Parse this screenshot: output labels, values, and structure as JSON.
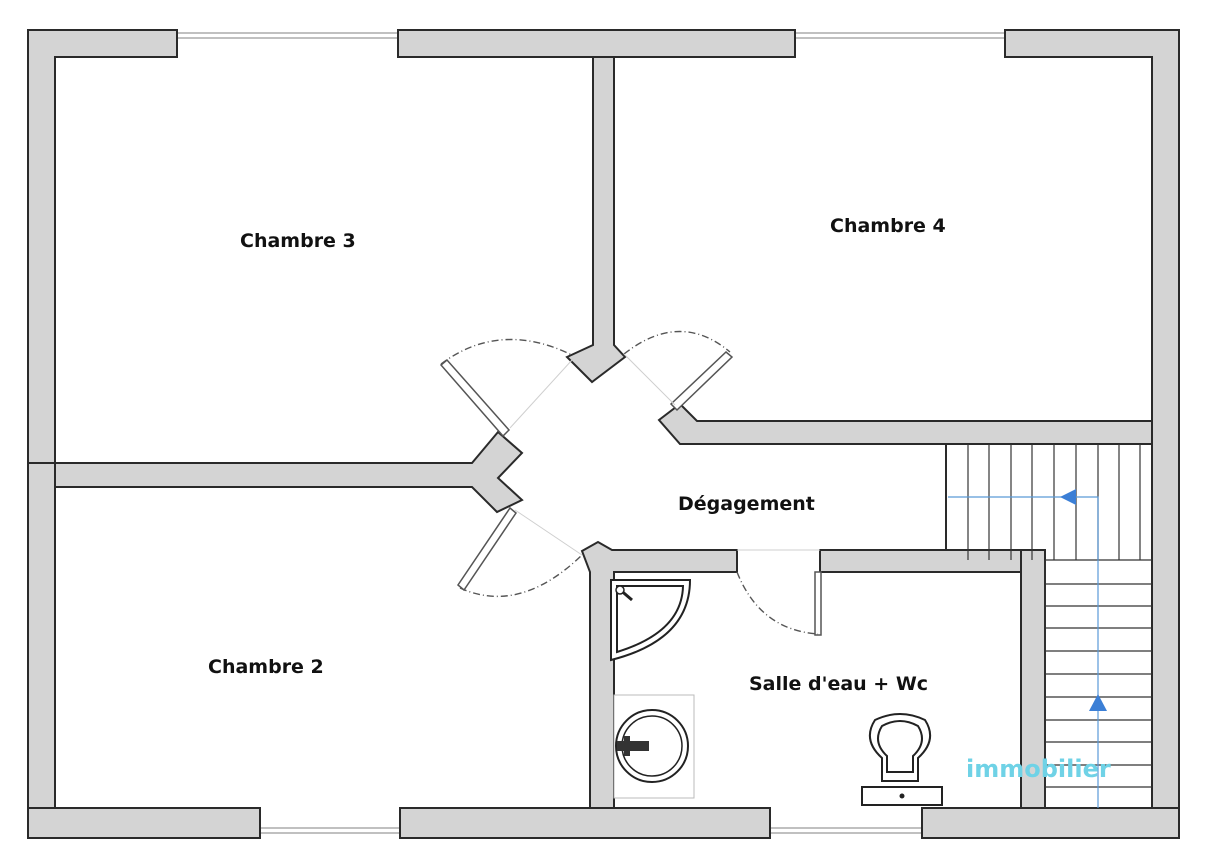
{
  "rooms": {
    "chambre_3": "Chambre 3",
    "chambre_4": "Chambre 4",
    "chambre_2": "Chambre 2",
    "degagement": "Dégagement",
    "salle_eau": "Salle d'eau + Wc"
  },
  "watermark": {
    "text": "immobilier"
  },
  "colors": {
    "wall_fill": "#d4d4d4",
    "wall_stroke": "#2a2a2a",
    "stair_arrow": "#3b7fd6",
    "watermark": "#6fd2e6"
  }
}
